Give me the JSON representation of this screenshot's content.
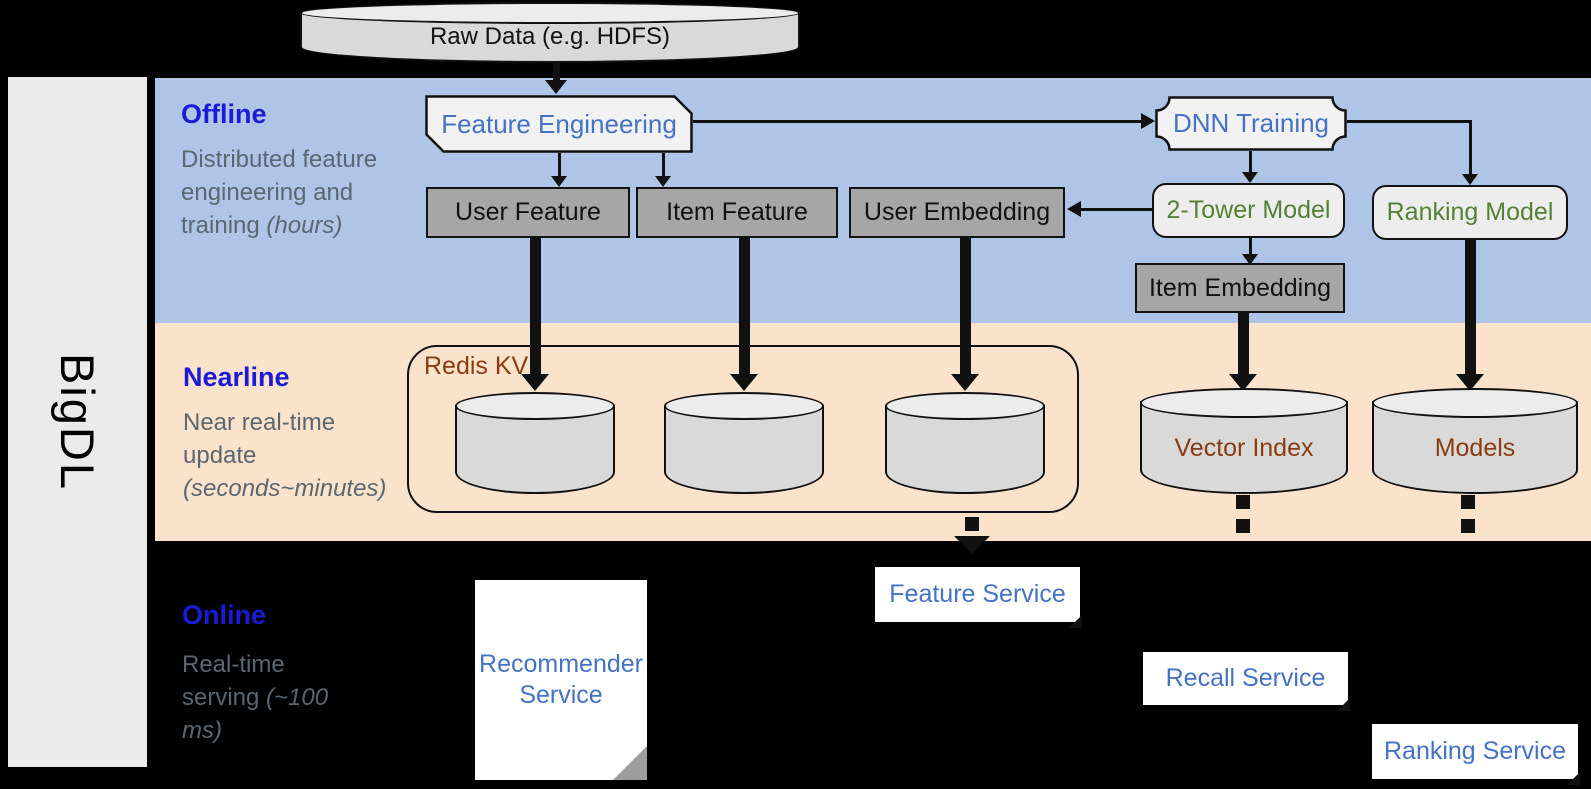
{
  "brand": "BigDL",
  "raw_data_label": "Raw Data (e.g. HDFS)",
  "sections": {
    "offline": {
      "title": "Offline",
      "desc": "Distributed feature engineering and training",
      "note": "(hours)"
    },
    "nearline": {
      "title": "Nearline",
      "desc": "Near real-time update",
      "note": "(seconds~minutes)"
    },
    "online": {
      "title": "Online",
      "desc": "Real-time serving",
      "note": "(~100 ms)"
    }
  },
  "nodes": {
    "feature_engineering": {
      "label": "Feature Engineering"
    },
    "dnn_training": {
      "label": "DNN Training"
    },
    "user_feature": {
      "label": "User Feature"
    },
    "item_feature": {
      "label": "Item Feature"
    },
    "user_embedding": {
      "label": "User Embedding"
    },
    "two_tower_model": {
      "label": "2-Tower Model"
    },
    "ranking_model": {
      "label": "Ranking Model"
    },
    "item_embedding": {
      "label": "Item Embedding"
    },
    "redis_kv": {
      "label": "Redis KV"
    },
    "vector_index": {
      "label": "Vector Index"
    },
    "models": {
      "label": "Models"
    },
    "recommender_service": {
      "label": "Recommender Service"
    },
    "feature_service": {
      "label": "Feature Service"
    },
    "recall_service": {
      "label": "Recall Service"
    },
    "ranking_service": {
      "label": "Ranking Service"
    }
  },
  "colors": {
    "background": "#000000",
    "offline_band": "#aec5e8",
    "nearline_band": "#fae2cb",
    "sidebar_gray": "#ebebeb",
    "node_gray": "#a6a6a6",
    "node_light": "#f2f2f2",
    "cylinder_fill": "#d9d9d9",
    "title_blue": "#1b1bd6",
    "desc_gray": "#5b6770",
    "text_blue": "#4472c4",
    "text_green": "#548235",
    "text_brown": "#8a3c10"
  }
}
